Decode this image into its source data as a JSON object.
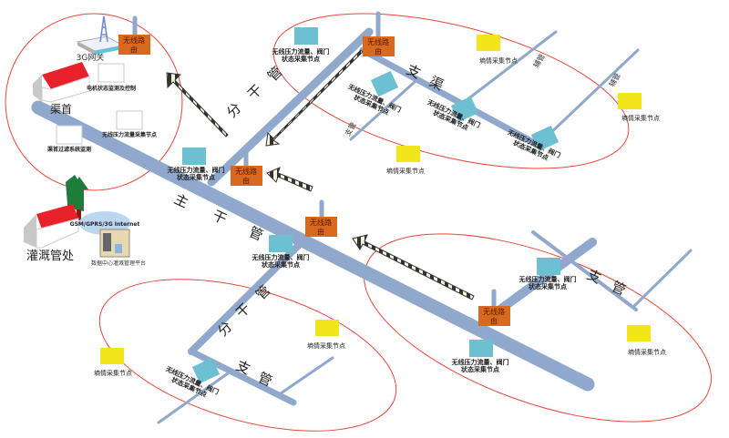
{
  "colors": {
    "pipe": "#8fa8cc",
    "router": "#d9691f",
    "flow_node": "#6cc0d2",
    "soil_node": "#f2e61a",
    "zone": "#e8463a",
    "roof": "#e8212a",
    "tree": "#1e7d3a"
  },
  "labels": {
    "gateway": "3G网关",
    "canal_head": "渠首",
    "motor": "电机状态监测及控制",
    "head_filter": "渠首过滤系统监测",
    "flow_collect": "无线压力流量采集节点",
    "main_pipe": [
      "主",
      "干",
      "管"
    ],
    "branch_pipe": [
      "分",
      "干",
      "管"
    ],
    "branch_canal": [
      "支",
      "渠"
    ],
    "lateral": [
      "支",
      "管"
    ],
    "aux": "辅管",
    "lateral_small": "支管",
    "office": "灌溉管处",
    "network": "GSM/GPRS/3G Internet",
    "data_center": "数据中心灌溉管理平台",
    "router": [
      "无线路",
      "由"
    ],
    "flow_node": [
      "无线压力流量、阀门",
      "状态采集节点"
    ],
    "soil_node": "墒情采集节点"
  }
}
